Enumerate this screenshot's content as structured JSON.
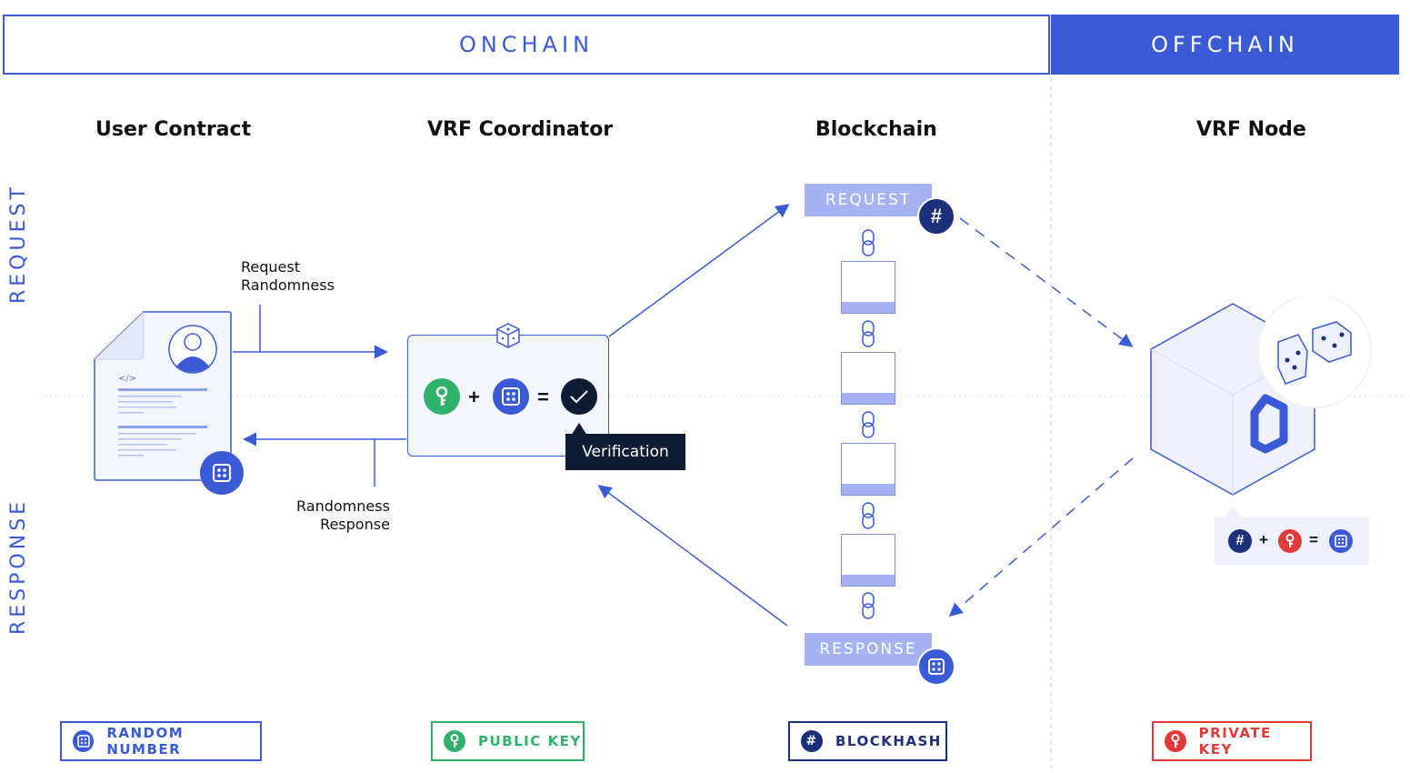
{
  "banners": {
    "onchain": "ONCHAIN",
    "offchain": "OFFCHAIN"
  },
  "columns": {
    "user_contract": "User Contract",
    "vrf_coordinator": "VRF Coordinator",
    "blockchain": "Blockchain",
    "vrf_node": "VRF Node"
  },
  "sides": {
    "request": "REQUEST",
    "response": "RESPONSE"
  },
  "notes": {
    "request_randomness": [
      "Request",
      "Randomness"
    ],
    "randomness_response": [
      "Randomness",
      "Response"
    ],
    "code_tag": "</>"
  },
  "verification": "Verification",
  "chain": {
    "request": "REQUEST",
    "response": "RESPONSE"
  },
  "ops": {
    "plus": "+",
    "equals": "=",
    "hash": "#"
  },
  "legend": {
    "random_number": "RANDOM NUMBER",
    "public_key": "PUBLIC KEY",
    "blockhash": "BLOCKHASH",
    "private_key": "PRIVATE KEY"
  },
  "colors": {
    "primary": "#3b5bd6",
    "light": "#a5b3f2",
    "green": "#2fb36a",
    "red": "#e03a3a",
    "dark": "#0f1a33",
    "navy": "#1c2f7a"
  },
  "icons": [
    "dice-icon",
    "key-icon",
    "check-icon",
    "hash-icon",
    "avatar-icon",
    "chain-link-icon",
    "hexagon-icon"
  ]
}
